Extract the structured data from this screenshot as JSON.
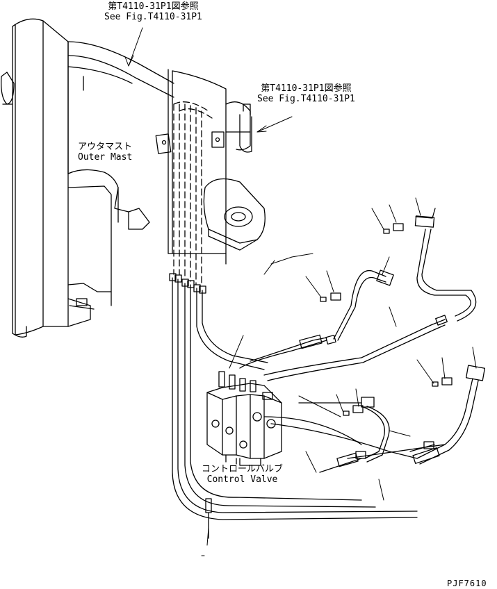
{
  "references": [
    {
      "jp": "第T4110-31P1図参照",
      "en": "See Fig.T4110-31P1"
    },
    {
      "jp": "第T4110-31P1図参照",
      "en": "See Fig.T4110-31P1"
    }
  ],
  "parts": {
    "outer_mast": {
      "jp": "アウタマスト",
      "en": "Outer Mast"
    },
    "control_valve": {
      "jp": "コントロールバルブ",
      "en": "Control Valve"
    }
  },
  "drawing_code": "PJF7610"
}
